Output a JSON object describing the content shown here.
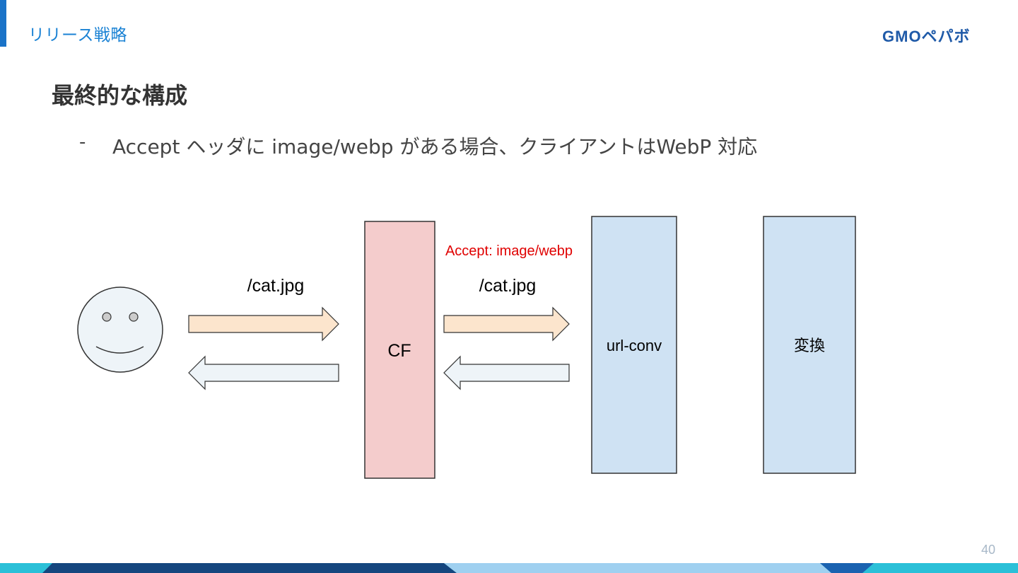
{
  "header": {
    "section_title": "リリース戦略",
    "logo_text": "GMOペパボ"
  },
  "slide": {
    "title": "最終的な構成",
    "bullet_marker": "-",
    "bullet_text": "Accept ヘッダに image/webp がある場合、クライアントはWebP 対応"
  },
  "diagram": {
    "client_icon": "smiley-face-icon",
    "request_label_1": "/cat.jpg",
    "request_label_2": "/cat.jpg",
    "header_annotation": "Accept: image/webp",
    "box_cf": "CF",
    "box_url_conv": "url-conv",
    "box_convert": "変換"
  },
  "footer": {
    "page_number": "40"
  },
  "colors": {
    "accent": "#1a73c8",
    "cf_box": "#f4cccc",
    "service_box": "#cfe2f3",
    "request_arrow": "#fce5cd",
    "response_arrow": "#eef4f8",
    "annotation": "#e00000"
  }
}
